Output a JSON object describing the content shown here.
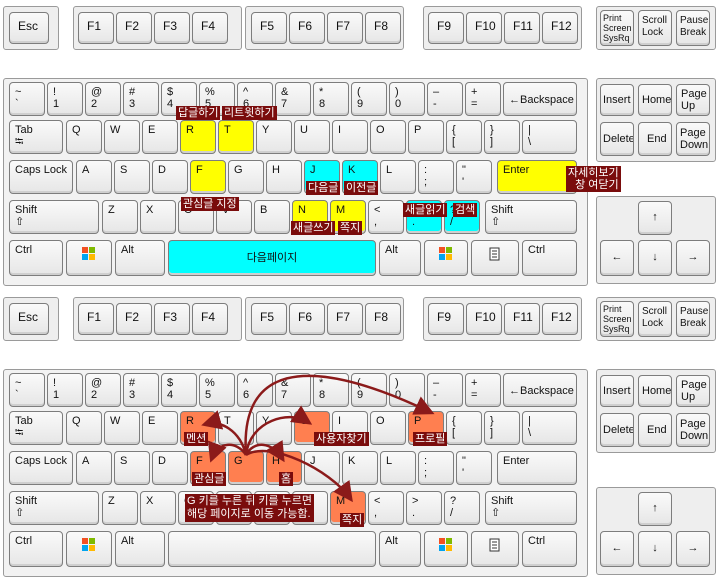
{
  "keyboard1": {
    "esc": "Esc",
    "f1": "F1",
    "f2": "F2",
    "f3": "F3",
    "f4": "F4",
    "f5": "F5",
    "f6": "F6",
    "f7": "F7",
    "f8": "F8",
    "f9": "F9",
    "f10": "F10",
    "f11": "F11",
    "f12": "F12",
    "print": "Print\nScreen\nSysRq",
    "scroll": "Scroll\nLock",
    "pause": "Pause\nBreak",
    "insert": "Insert",
    "home": "Home",
    "pageup": "Page\nUp",
    "delete": "Delete",
    "end": "End",
    "pagedown": "Page\nDown",
    "num1": [
      "~\n`",
      "!\n1",
      "@\n2",
      "#\n3",
      "$\n4",
      "%\n5",
      "^\n6",
      "&\n7",
      "*\n8",
      "(\n9",
      ")\n0",
      "–\n-",
      "+\n="
    ],
    "backspace": "←Backspace",
    "tab": "Tab\n⭾",
    "row2": [
      "Q",
      "W",
      "E",
      "R",
      "T",
      "Y",
      "U",
      "I",
      "O",
      "P",
      "{\n[",
      "}\n]",
      "|\n\\"
    ],
    "caps": "Caps Lock",
    "row3": [
      "A",
      "S",
      "D",
      "F",
      "G",
      "H",
      "J",
      "K",
      "L",
      ":\n;",
      "\"\n'"
    ],
    "enter": "Enter",
    "shift": "Shift\n⇧",
    "row4": [
      "Z",
      "X",
      "C",
      "V",
      "B",
      "N",
      "M",
      "<\n,",
      ">\n.",
      "?\n/"
    ],
    "ctrl": "Ctrl",
    "alt": "Alt",
    "space": "다음페이지",
    "labels": {
      "reply": "답글하기",
      "retweet": "리트윗하기",
      "next_post": "다음글",
      "prev_post": "이전글",
      "detail_view": "자세히보기\n창 여닫기",
      "watch": "관심글 지정",
      "compose": "새글쓰기",
      "message": "쪽지",
      "read_new": "새글읽기",
      "search": "검색"
    }
  },
  "keyboard2": {
    "labels": {
      "mention": "멘션",
      "user_search": "사용자찾기",
      "profile": "프로필",
      "favorite": "관심글",
      "home": "홈",
      "message": "쪽지",
      "g_help": "G 키를 누른 뒤 키를 누르면\n해당 페이지로 이동 가능함."
    }
  },
  "colors": {
    "yellow": "#ffff00",
    "cyan": "#00ffff",
    "orange": "#ff7f50",
    "label_bg": "#7a0c0c"
  }
}
